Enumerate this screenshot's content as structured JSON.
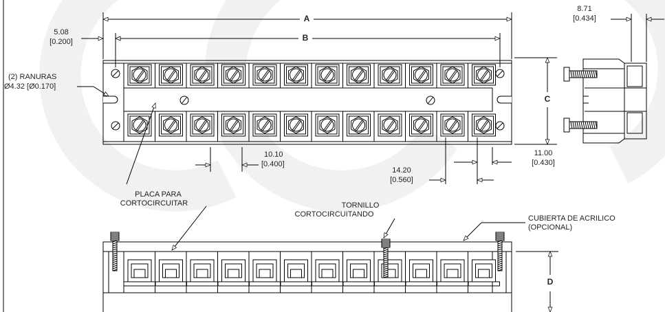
{
  "watermark_color": "#f2f2f2",
  "line_color": "#000000",
  "dims": {
    "A": "A",
    "B": "B",
    "C": "C",
    "D": "D",
    "d508_mm": "5.08",
    "d508_in": "[0.200]",
    "d871_mm": "8.71",
    "d871_in": "[0.434]",
    "d1010_mm": "10.10",
    "d1010_in": "[0.400]",
    "d1100_mm": "11.00",
    "d1100_in": "[0.430]",
    "d1420_mm": "14.20",
    "d1420_in": "[0.560]"
  },
  "notes": {
    "ranuras_1": "(2) RANURAS",
    "ranuras_2": "Ø4.32 [Ø0.170]",
    "placa_1": "PLACA PARA",
    "placa_2": "CORTOCIRCUITAR",
    "tornillo_1": "TORNILLO",
    "tornillo_2": "CORTOCIRCUITANDO",
    "cubierta_1": "CUBIERTA DE ACRILICO",
    "cubierta_2": "(OPCIONAL)"
  }
}
